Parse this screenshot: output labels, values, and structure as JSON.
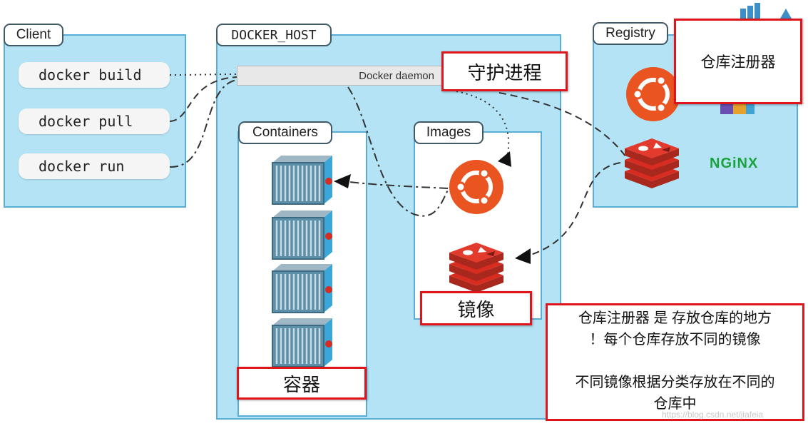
{
  "client": {
    "title": "Client",
    "commands": [
      "docker build",
      "docker pull",
      "docker run"
    ]
  },
  "docker_host": {
    "title": "DOCKER_HOST",
    "daemon_label": "Docker daemon",
    "containers_title": "Containers",
    "images_title": "Images"
  },
  "registry": {
    "title": "Registry",
    "nginx_label": "NGiNX"
  },
  "annotations": {
    "daemon_zh": "守护进程",
    "registry_zh": "仓库注册器",
    "images_zh": "镜像",
    "containers_zh": "容器",
    "note_lines": [
      "仓库注册器 是 存放仓库的地方",
      "！每个仓库存放不同的镜像",
      "",
      "不同镜像根据分类存放在不同的",
      "仓库中"
    ]
  },
  "watermark": "https://blog.csdn.net/jiafeia",
  "colors": {
    "panel": "#b3e3f4",
    "panel_border": "#5aaed6",
    "annotation_red": "#e0141b",
    "ubuntu_orange": "#e95420",
    "redis_red": "#d82c20",
    "nginx_green": "#1aa33c",
    "container_blue": "#5c8fa8"
  },
  "icons": [
    "ubuntu-icon",
    "redis-icon",
    "container-icon",
    "nginx-logo"
  ]
}
